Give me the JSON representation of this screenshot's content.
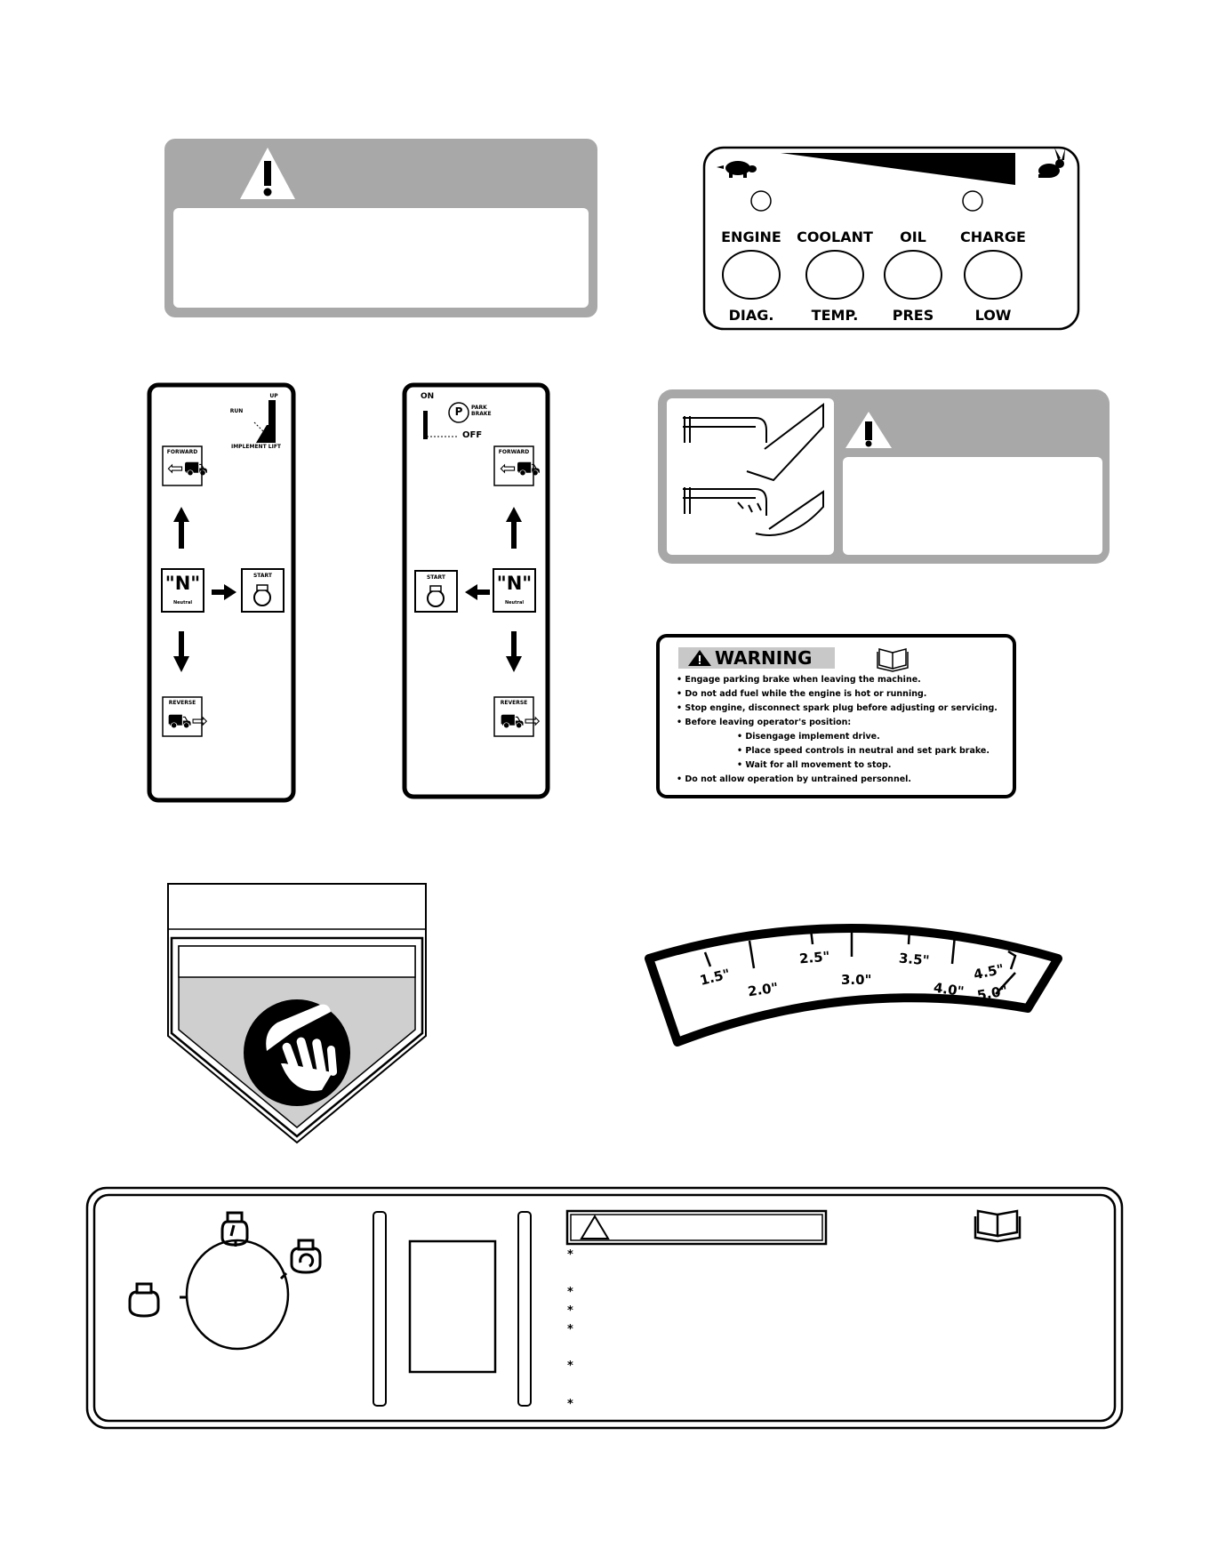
{
  "indicator_panel": {
    "top_labels": [
      "ENGINE",
      "COOLANT",
      "OIL",
      "CHARGE"
    ],
    "bottom_labels": [
      "DIAG.",
      "TEMP.",
      "PRES",
      "LOW"
    ],
    "icons": [
      "turtle-icon",
      "rabbit-icon"
    ]
  },
  "left_shift_decal": {
    "lift_labels": [
      "UP",
      "RUN",
      "IMPLEMENT LIFT"
    ],
    "forward": "FORWARD",
    "neutral": "\"N\"",
    "neutral_sub": "Neutral",
    "start": "START",
    "reverse": "REVERSE"
  },
  "right_shift_decal": {
    "on": "ON",
    "park_symbol": "P",
    "park_label": "PARK BRAKE",
    "off": "OFF",
    "forward": "FORWARD",
    "neutral": "\"N\"",
    "neutral_sub": "Neutral",
    "start": "START",
    "reverse": "REVERSE"
  },
  "warning_decal": {
    "title": "WARNING",
    "lines": [
      "• Engage parking brake when leaving the machine.",
      "• Do not add fuel while the engine is hot or running.",
      "• Stop engine, disconnect spark plug before adjusting or servicing.",
      "• Before leaving operator's position:",
      "• Disengage implement drive.",
      "• Place speed controls in neutral and set park brake.",
      "• Wait for all movement to stop.",
      "• Do not allow operation by untrained personnel."
    ]
  },
  "height_gauge": {
    "labels": [
      "1.5\"",
      "2.0\"",
      "2.5\"",
      "3.0\"",
      "3.5\"",
      "4.0\"",
      "4.5\"",
      "5.0\""
    ]
  },
  "control_panel": {
    "stars": [
      "*",
      "*",
      "*",
      "*",
      "*",
      "*"
    ]
  }
}
